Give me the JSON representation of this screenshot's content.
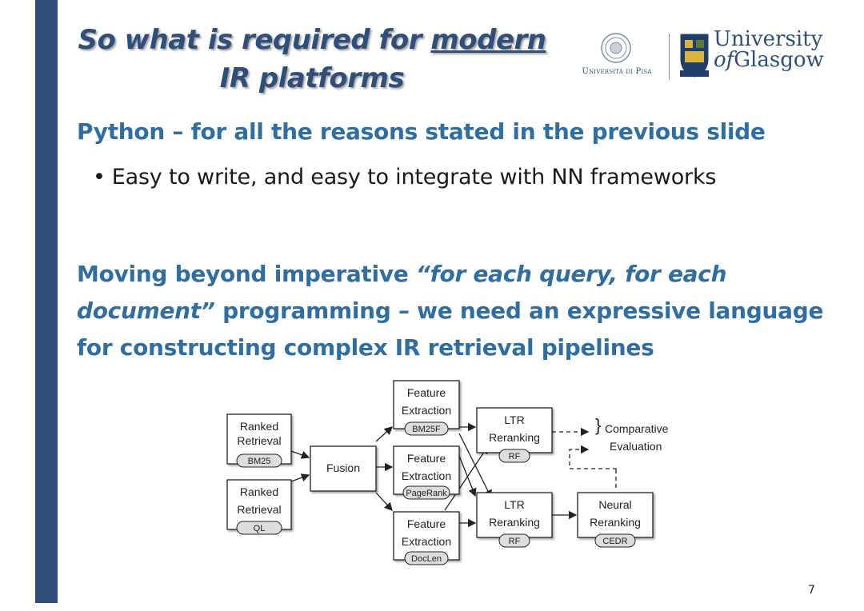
{
  "title": {
    "line1_prefix": "So what is required for ",
    "line1_underlined": "modern",
    "line2": "IR platforms"
  },
  "logos": {
    "pisa_name": "Università di Pisa",
    "glasgow_line1": "University",
    "glasgow_of": "of",
    "glasgow_line2": "Glasgow"
  },
  "heading1": "Python – for all the reasons stated in the previous slide",
  "bullet": {
    "marker": "•",
    "text": "Easy to write, and easy to integrate with NN frameworks"
  },
  "heading2": {
    "before": "Moving beyond imperative ",
    "italic": "“for each query, for each document”",
    "after": " programming – we need an expressive language for constructing complex IR retrieval pipelines"
  },
  "diagram": {
    "ranked_retrieval_1": [
      "Ranked",
      "Retrieval"
    ],
    "ranked_retrieval_1_tag": "BM25",
    "ranked_retrieval_2": [
      "Ranked",
      "Retrieval"
    ],
    "ranked_retrieval_2_tag": "QL",
    "fusion": "Fusion",
    "feature_1": [
      "Feature",
      "Extraction"
    ],
    "feature_1_tag": "BM25F",
    "feature_2": [
      "Feature",
      "Extraction"
    ],
    "feature_2_tag": "PageRank",
    "feature_3": [
      "Feature",
      "Extraction"
    ],
    "feature_3_tag": "DocLen",
    "ltr_1": [
      "LTR",
      "Reranking"
    ],
    "ltr_1_tag": "RF",
    "ltr_2": [
      "LTR",
      "Reranking"
    ],
    "ltr_2_tag": "RF",
    "neural": [
      "Neural",
      "Reranking"
    ],
    "neural_tag": "CEDR",
    "comparative": [
      "Comparative",
      "Evaluation"
    ]
  },
  "page_number": "7",
  "colors": {
    "sidebar": "#2f4f7a",
    "title": "#2f4f7a",
    "heading": "#2f6ea2"
  }
}
